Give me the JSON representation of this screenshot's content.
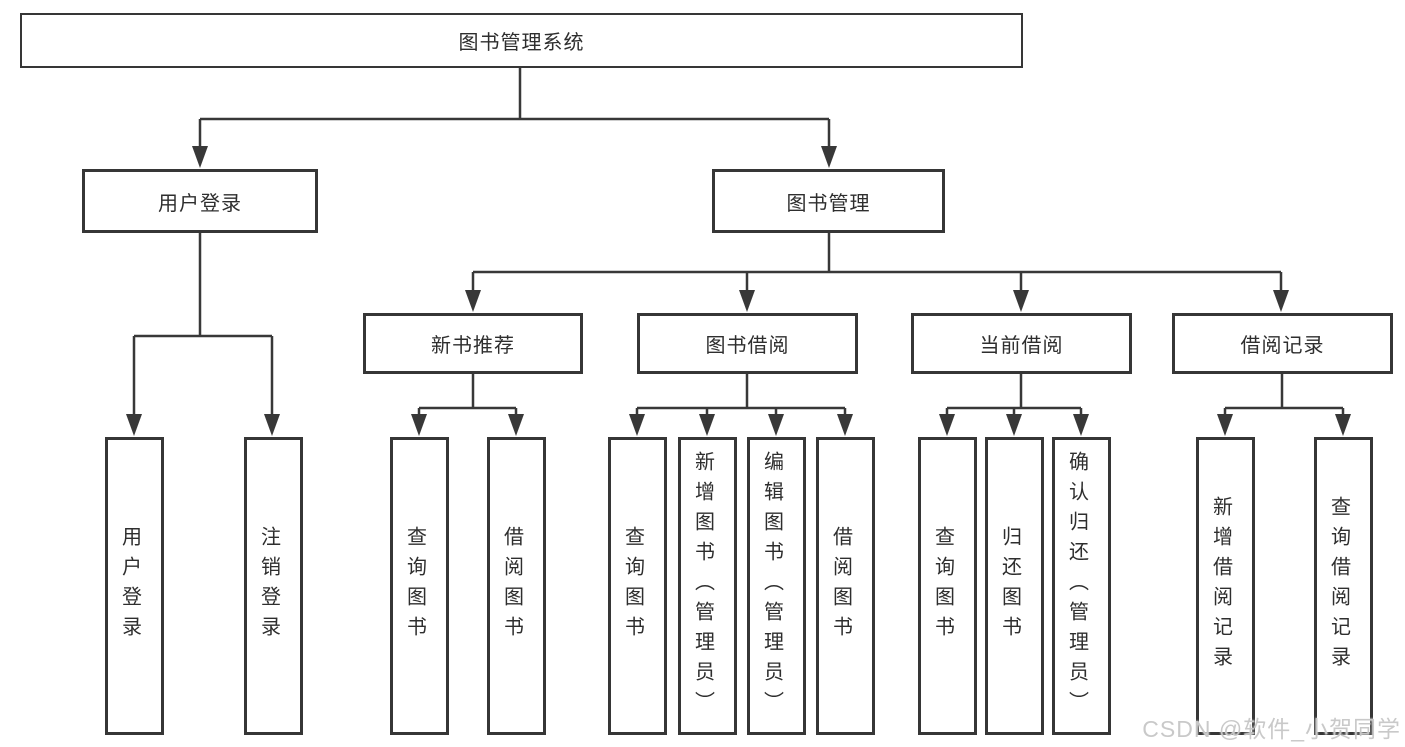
{
  "diagram": {
    "title": "图书管理系统",
    "level2": {
      "user_login": "用户登录",
      "book_mgmt": "图书管理"
    },
    "level3": {
      "new_book": "新书推荐",
      "borrow": "图书借阅",
      "current": "当前借阅",
      "records": "借阅记录"
    },
    "leaves": {
      "user_login": [
        "用户登录",
        "注销登录"
      ],
      "new_book": [
        "查询图书",
        "借阅图书"
      ],
      "borrow": [
        "查询图书",
        "新增图书（管理员）",
        "编辑图书（管理员）",
        "借阅图书"
      ],
      "current": [
        "查询图书",
        "归还图书",
        "确认归还（管理员）"
      ],
      "records": [
        "新增借阅记录",
        "查询借阅记录"
      ]
    }
  },
  "watermark": {
    "text": "CSDN @软件_小贺同学"
  },
  "colors": {
    "line": "#383838",
    "border": "#363636",
    "text": "#2e2e2e",
    "background": "#ffffff",
    "watermark": "#c6c6c6"
  }
}
